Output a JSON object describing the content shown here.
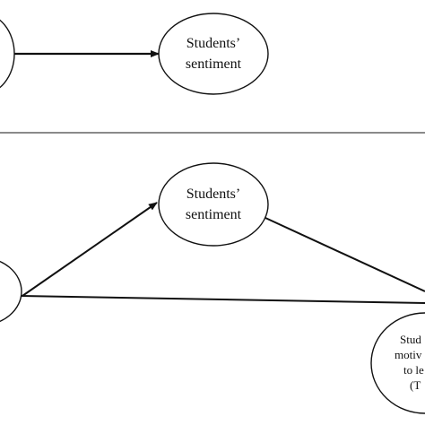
{
  "panel_top": {
    "node_right": {
      "line1": "Students’",
      "line2": "sentiment"
    }
  },
  "panel_bottom": {
    "node_top": {
      "line1": "Students’",
      "line2": "sentiment"
    },
    "node_bottom_right": {
      "line1": "Stud",
      "line2": "motiv",
      "line3": "to le",
      "line4": "(T"
    }
  }
}
